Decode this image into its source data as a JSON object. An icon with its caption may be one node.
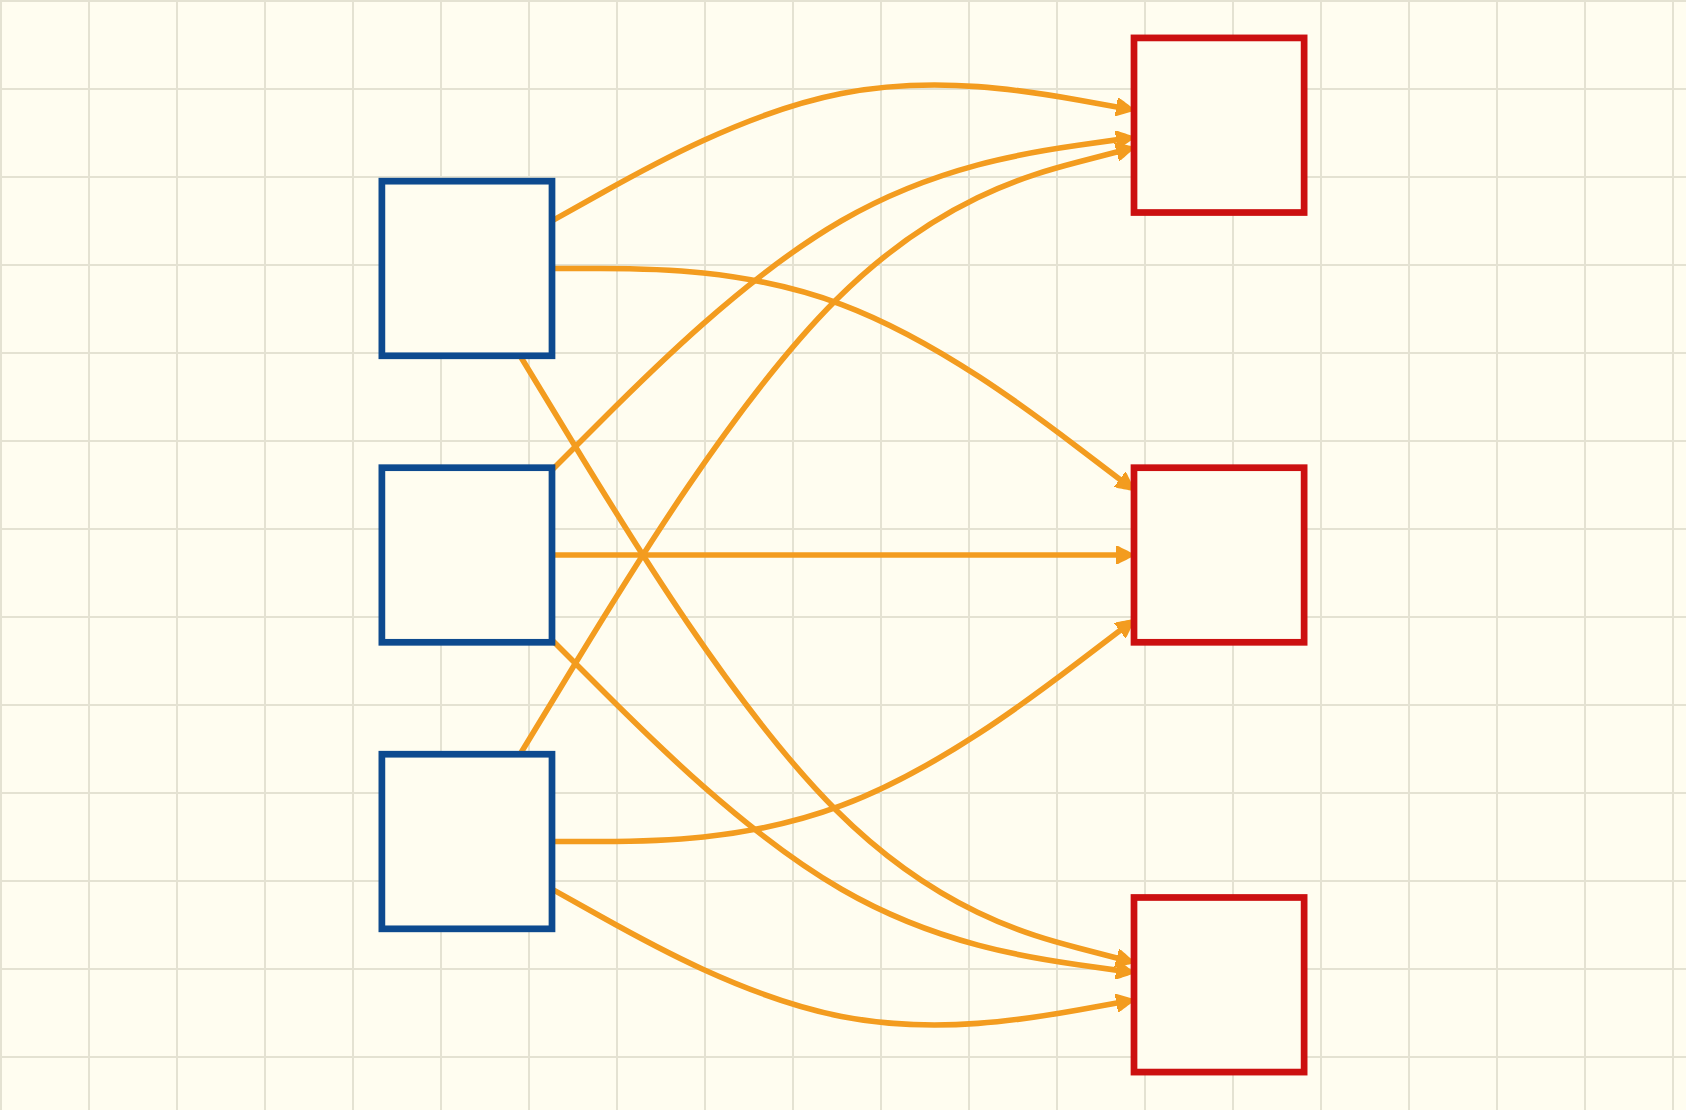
{
  "diagram": {
    "nodes": [
      {
        "text": [],
        "shape": "box"
      },
      {
        "text": [],
        "shape": "box"
      },
      {
        "text": [],
        "shape": "box"
      },
      {
        "text": [],
        "shape": "box"
      },
      {
        "text": [],
        "shape": "box"
      },
      {
        "text": [],
        "shape": "box"
      }
    ],
    "edges": [
      {
        "from": 0,
        "to": 3,
        "arrow": "to"
      },
      {
        "from": 0,
        "to": 4,
        "arrow": "to"
      },
      {
        "from": 0,
        "to": 5,
        "arrow": "to"
      },
      {
        "from": 1,
        "to": 3,
        "arrow": "to"
      },
      {
        "from": 1,
        "to": 4,
        "arrow": "to"
      },
      {
        "from": 1,
        "to": 5,
        "arrow": "to"
      },
      {
        "from": 2,
        "to": 3,
        "arrow": "to"
      },
      {
        "from": 2,
        "to": 4,
        "arrow": "to"
      },
      {
        "from": 2,
        "to": 5,
        "arrow": "to"
      }
    ]
  }
}
